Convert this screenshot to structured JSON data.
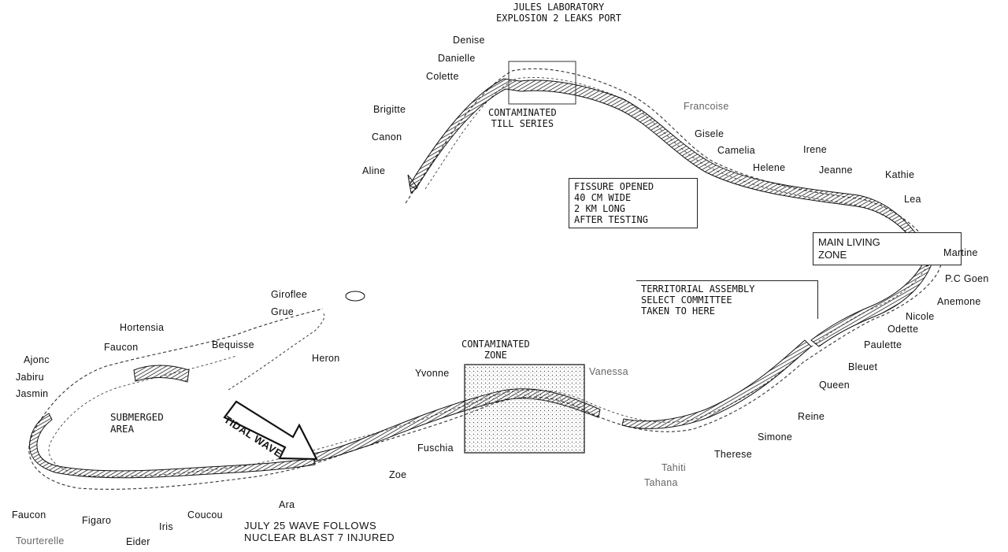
{
  "islets_north": [
    "Denise",
    "Danielle",
    "Colette",
    "Brigitte",
    "Canon",
    "Aline",
    "Francoise",
    "Gisele",
    "Camelia",
    "Helene",
    "Irene",
    "Jeanne",
    "Kathie",
    "Lea",
    "Martine",
    "P.C Goen",
    "Anemone",
    "Nicole",
    "Odette",
    "Paulette",
    "Bleuet",
    "Queen",
    "Reine",
    "Simone",
    "Therese",
    "Tahiti",
    "Tahana"
  ],
  "islets_south": [
    "Giroflee",
    "Grue",
    "Hortensia",
    "Bequisse",
    "Heron",
    "Faucon",
    "Jabiru",
    "Jasmin",
    "Yvonne",
    "Vanessa",
    "Fuschia",
    "Zoe",
    "Ara",
    "Coucou",
    "Iris",
    "Eider",
    "Figaro",
    "Faucon",
    "Tourterelle",
    "Ajonc"
  ],
  "annotations": {
    "lab_line1": "JULES LABORATORY",
    "lab_line2": "EXPLOSION 2 LEAKS PORT",
    "contaminated_till": [
      "CONTAMINATED",
      "TILL SERIES"
    ],
    "fissure": [
      "FISSURE OPENED",
      "40 CM WIDE",
      "2 KM LONG",
      "AFTER TESTING"
    ],
    "main_living_zone": [
      "MAIN LIVING",
      "ZONE"
    ],
    "territorial": [
      "TERRITORIAL ASSEMBLY",
      "SELECT COMMITTEE",
      "TAKEN TO HERE"
    ],
    "contaminated_zone": [
      "CONTAMINATED",
      "ZONE"
    ],
    "submerged": [
      "SUBMERGED",
      "AREA"
    ],
    "tidal_wave": "TIDAL WAVE",
    "july": [
      "JULY 25   WAVE  FOLLOWS",
      "NUCLEAR BLAST  7 INJURED"
    ]
  },
  "colors": {
    "ink": "#111111",
    "paper": "#ffffff",
    "hatch": "#333333"
  }
}
